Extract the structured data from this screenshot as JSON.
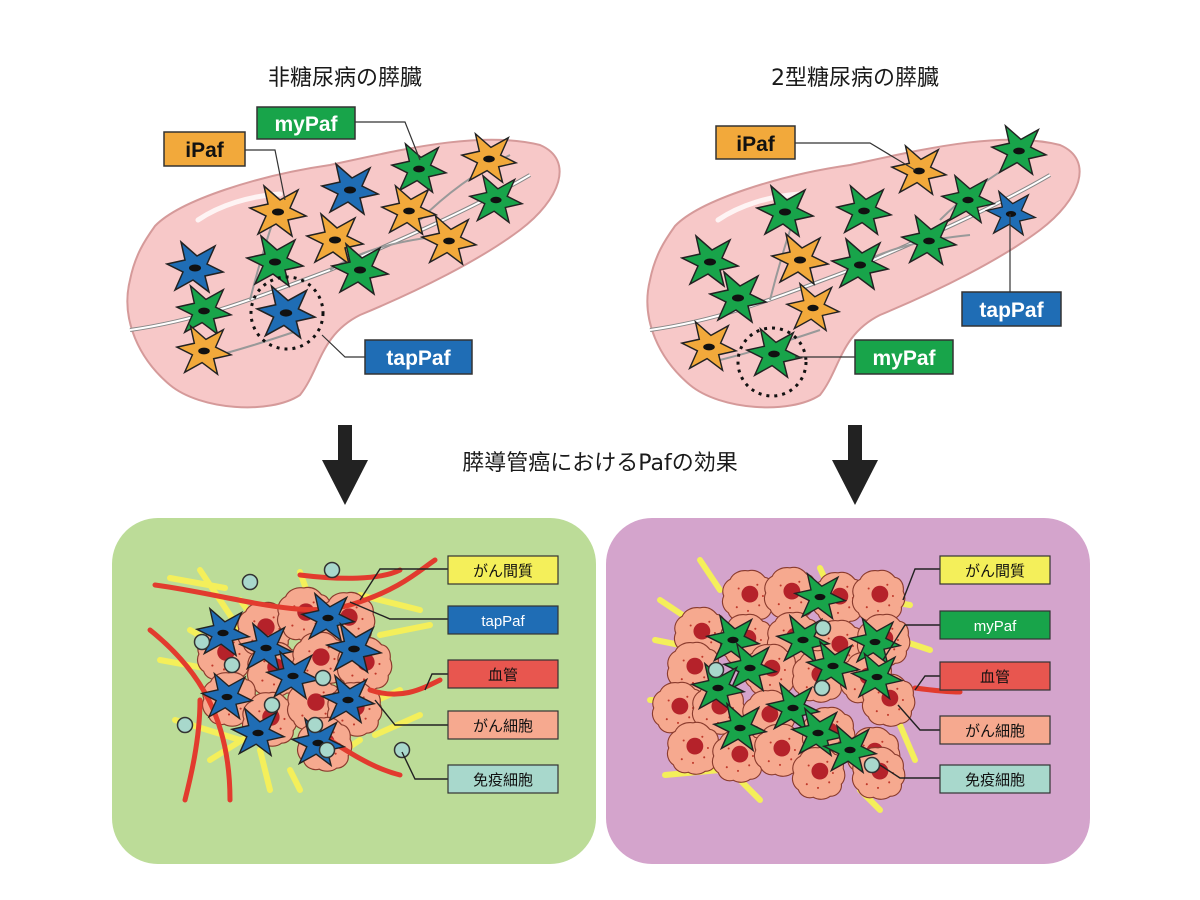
{
  "titles": {
    "left": "非糖尿病の膵臓",
    "right": "2型糖尿病の膵臓",
    "center": "膵導管癌におけるPafの効果"
  },
  "top_labels": {
    "ipaf": "iPaf",
    "mypaf": "myPaf",
    "tappaf": "tapPaf"
  },
  "legend": {
    "stroma": "がん間質",
    "tappaf": "tapPaf",
    "mypaf": "myPaf",
    "vessel": "血管",
    "cancer_cell": "がん細胞",
    "immune_cell": "免疫細胞"
  },
  "colors": {
    "ipaf": "#f2a93b",
    "mypaf": "#18a44a",
    "tappaf": "#1f6db5",
    "stroma": "#f4ef5a",
    "vessel": "#e8564f",
    "cancer_cell": "#f6a98f",
    "immune_cell": "#a8d8cc",
    "pancreas": "#f7c8c8",
    "left_panel": "#bcdc98",
    "right_panel": "#d4a4cc"
  }
}
